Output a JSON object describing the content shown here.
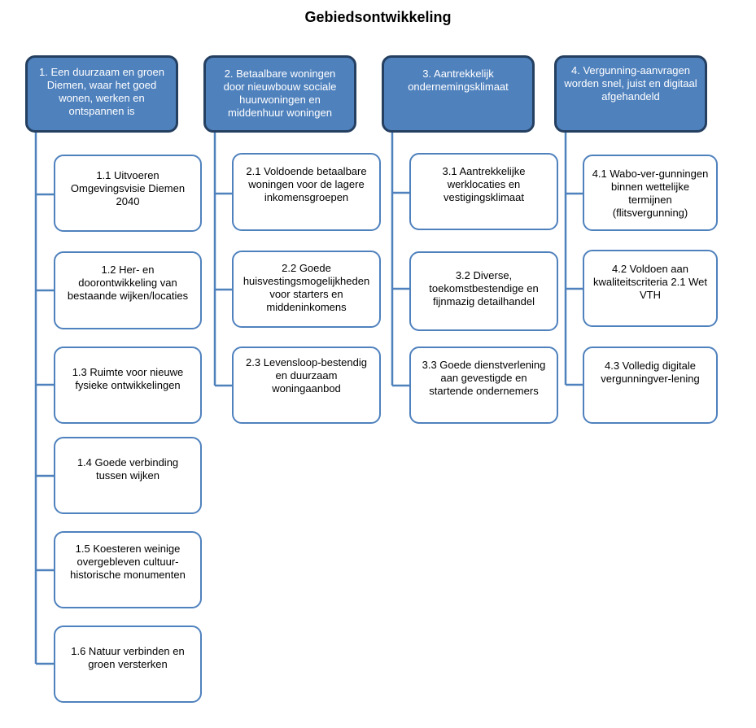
{
  "title": "Gebiedsontwikkeling",
  "colors": {
    "header_fill": "#4f81bd",
    "header_border": "#243f60",
    "child_border": "#4f81bd",
    "connector": "#4f81bd"
  },
  "columns": [
    {
      "header": "1. Een duurzaam en groen Diemen, waar het goed wonen, werken en ontspannen is",
      "items": [
        "1.1 Uitvoeren Omgevingsvisie Diemen 2040",
        "1.2 Her- en doorontwikkeling van bestaande wijken/locaties",
        "1.3 Ruimte voor nieuwe fysieke ontwikkelingen",
        "1.4 Goede verbinding tussen wijken",
        "1.5 Koesteren weinige overgebleven cultuur-historische monumenten",
        "1.6 Natuur verbinden en groen versterken"
      ]
    },
    {
      "header": "2. Betaalbare woningen door nieuwbouw sociale huurwoningen en middenhuur woningen",
      "items": [
        "2.1 Voldoende betaalbare woningen voor de lagere inkomensgroepen",
        "2.2 Goede huisvestingsmogelijkheden voor starters en middeninkomens",
        "2.3 Levensloop-bestendig en duurzaam woningaanbod"
      ]
    },
    {
      "header": "3. Aantrekkelijk ondernemingsklimaat",
      "items": [
        "3.1 Aantrekkelijke werklocaties en vestigingsklimaat",
        "3.2 Diverse, toekomstbestendige en fijnmazig detailhandel",
        "3.3 Goede dienstverlening aan gevestigde en startende ondernemers"
      ]
    },
    {
      "header": "4. Vergunning-aanvragen worden snel, juist en digitaal afgehandeld",
      "items": [
        "4.1 Wabo-ver-gunningen binnen wettelijke termijnen (flitsvergunning)",
        "4.2 Voldoen aan kwaliteitscriteria 2.1 Wet VTH",
        "4.3 Volledig digitale vergunningver-lening"
      ]
    }
  ]
}
